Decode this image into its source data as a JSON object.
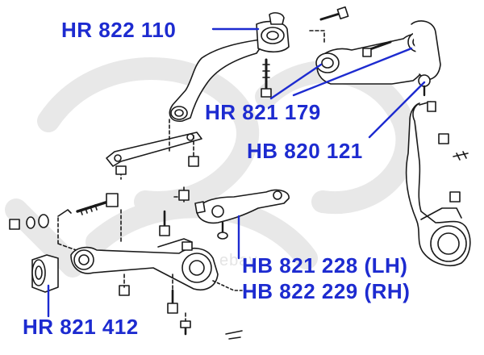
{
  "colors": {
    "callout": "#1d2bd0",
    "line_art": "#1a1a1a",
    "watermark": "#e4e4e4"
  },
  "watermark": {
    "text": "ebay"
  },
  "callouts": {
    "upper_bushing": "HR 822 110",
    "upper_arm_bushings": "HR 821 179",
    "upper_ball_joint": "HB 820 121",
    "lower_ball_joint_lh": "HB 821 228 (LH)",
    "lower_ball_joint_rh": "HB 822 229 (RH)",
    "lower_bushing": "HR 821 412"
  },
  "icons": {
    "watermark_logo": "stylized-hr-logo-icon"
  }
}
